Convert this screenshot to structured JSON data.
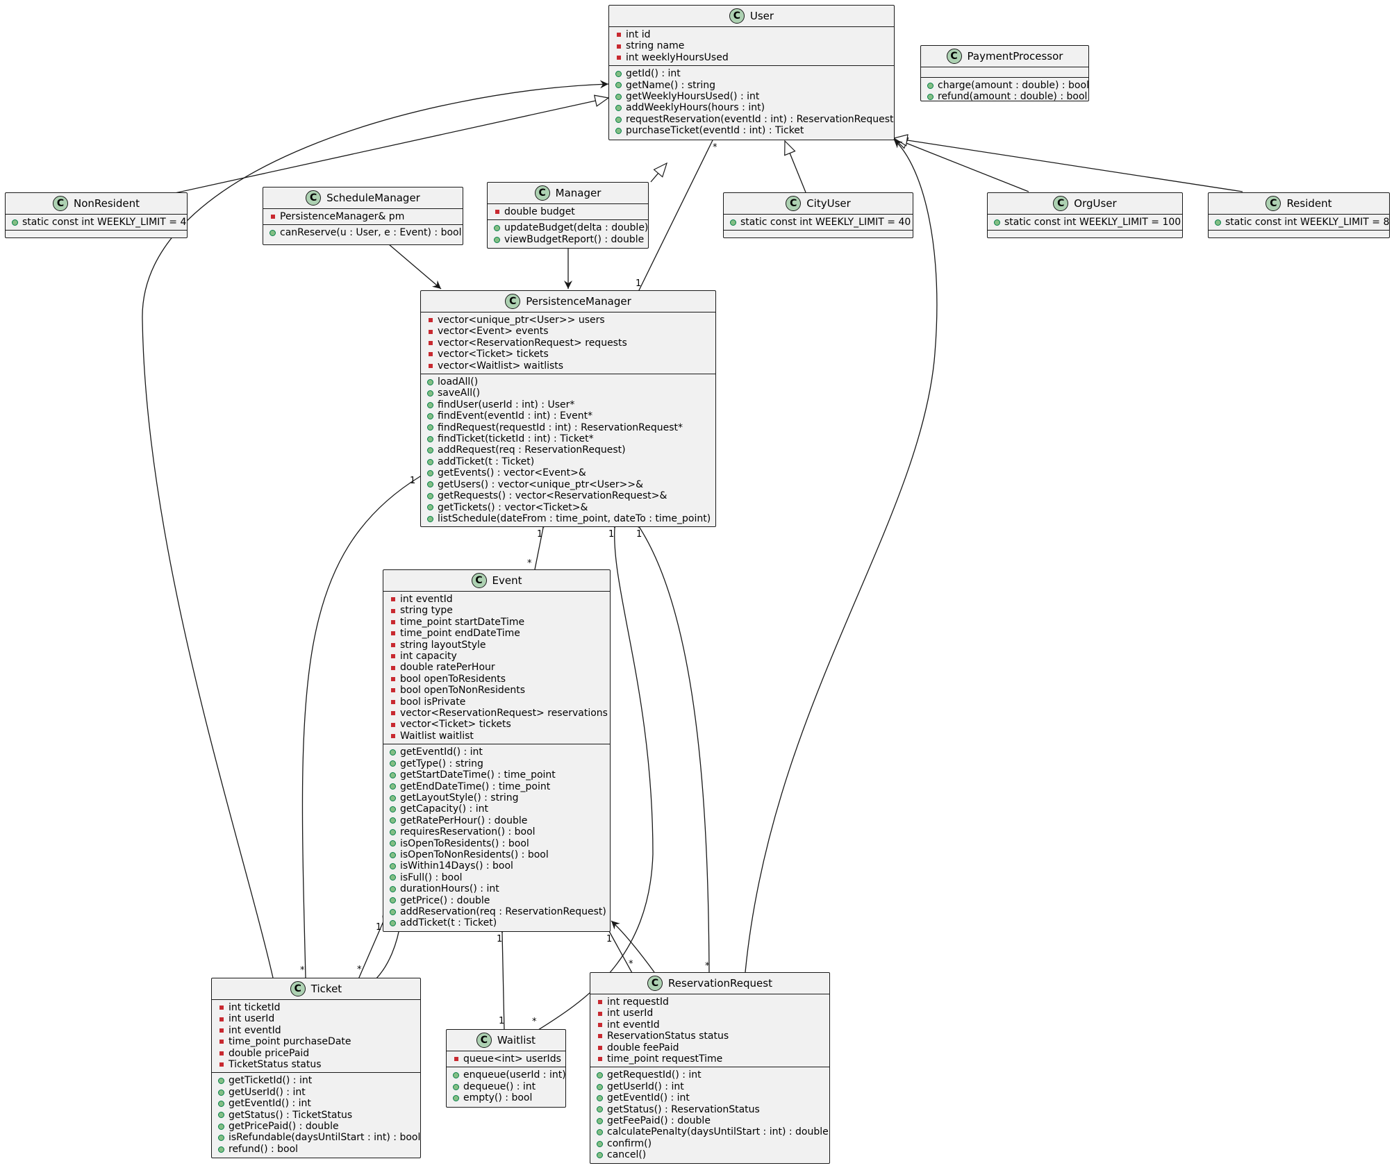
{
  "classes": {
    "User": {
      "name": "User",
      "attributes": [
        {
          "v": "-",
          "t": "int id"
        },
        {
          "v": "-",
          "t": "string name"
        },
        {
          "v": "-",
          "t": "int weeklyHoursUsed"
        }
      ],
      "methods": [
        {
          "v": "+",
          "t": "getId() : int"
        },
        {
          "v": "+",
          "t": "getName() : string"
        },
        {
          "v": "+",
          "t": "getWeeklyHoursUsed() : int"
        },
        {
          "v": "+",
          "t": "addWeeklyHours(hours : int)"
        },
        {
          "v": "+",
          "t": "requestReservation(eventId : int) : ReservationRequest"
        },
        {
          "v": "+",
          "t": "purchaseTicket(eventId : int) : Ticket"
        }
      ]
    },
    "PaymentProcessor": {
      "name": "PaymentProcessor",
      "attributes": [],
      "methods": [
        {
          "v": "+",
          "t": "charge(amount : double) : bool"
        },
        {
          "v": "+",
          "t": "refund(amount : double) : bool"
        }
      ]
    },
    "NonResident": {
      "name": "NonResident",
      "attributes": [
        {
          "v": "+",
          "t": "static const int WEEKLY_LIMIT = 4"
        }
      ],
      "methods": []
    },
    "ScheduleManager": {
      "name": "ScheduleManager",
      "attributes": [
        {
          "v": "-",
          "t": "PersistenceManager& pm"
        }
      ],
      "methods": [
        {
          "v": "+",
          "t": "canReserve(u : User, e : Event) : bool"
        }
      ]
    },
    "Manager": {
      "name": "Manager",
      "attributes": [
        {
          "v": "-",
          "t": "double budget"
        }
      ],
      "methods": [
        {
          "v": "+",
          "t": "updateBudget(delta : double)"
        },
        {
          "v": "+",
          "t": "viewBudgetReport() : double"
        }
      ]
    },
    "CityUser": {
      "name": "CityUser",
      "attributes": [
        {
          "v": "+",
          "t": "static const int WEEKLY_LIMIT = 40"
        }
      ],
      "methods": []
    },
    "OrgUser": {
      "name": "OrgUser",
      "attributes": [
        {
          "v": "+",
          "t": "static const int WEEKLY_LIMIT = 100"
        }
      ],
      "methods": []
    },
    "Resident": {
      "name": "Resident",
      "attributes": [
        {
          "v": "+",
          "t": "static const int WEEKLY_LIMIT = 8"
        }
      ],
      "methods": []
    },
    "PersistenceManager": {
      "name": "PersistenceManager",
      "attributes": [
        {
          "v": "-",
          "t": "vector<unique_ptr<User>> users"
        },
        {
          "v": "-",
          "t": "vector<Event> events"
        },
        {
          "v": "-",
          "t": "vector<ReservationRequest> requests"
        },
        {
          "v": "-",
          "t": "vector<Ticket> tickets"
        },
        {
          "v": "-",
          "t": "vector<Waitlist> waitlists"
        }
      ],
      "methods": [
        {
          "v": "+",
          "t": "loadAll()"
        },
        {
          "v": "+",
          "t": "saveAll()"
        },
        {
          "v": "+",
          "t": "findUser(userId : int) : User*"
        },
        {
          "v": "+",
          "t": "findEvent(eventId : int) : Event*"
        },
        {
          "v": "+",
          "t": "findRequest(requestId : int) : ReservationRequest*"
        },
        {
          "v": "+",
          "t": "findTicket(ticketId : int) : Ticket*"
        },
        {
          "v": "+",
          "t": "addRequest(req : ReservationRequest)"
        },
        {
          "v": "+",
          "t": "addTicket(t : Ticket)"
        },
        {
          "v": "+",
          "t": "getEvents() : vector<Event>&"
        },
        {
          "v": "+",
          "t": "getUsers() : vector<unique_ptr<User>>&"
        },
        {
          "v": "+",
          "t": "getRequests() : vector<ReservationRequest>&"
        },
        {
          "v": "+",
          "t": "getTickets() : vector<Ticket>&"
        },
        {
          "v": "+",
          "t": "listSchedule(dateFrom : time_point, dateTo : time_point)"
        }
      ]
    },
    "Event": {
      "name": "Event",
      "attributes": [
        {
          "v": "-",
          "t": "int eventId"
        },
        {
          "v": "-",
          "t": "string type"
        },
        {
          "v": "-",
          "t": "time_point startDateTime"
        },
        {
          "v": "-",
          "t": "time_point endDateTime"
        },
        {
          "v": "-",
          "t": "string layoutStyle"
        },
        {
          "v": "-",
          "t": "int capacity"
        },
        {
          "v": "-",
          "t": "double ratePerHour"
        },
        {
          "v": "-",
          "t": "bool openToResidents"
        },
        {
          "v": "-",
          "t": "bool openToNonResidents"
        },
        {
          "v": "-",
          "t": "bool isPrivate"
        },
        {
          "v": "-",
          "t": "vector<ReservationRequest> reservations"
        },
        {
          "v": "-",
          "t": "vector<Ticket> tickets"
        },
        {
          "v": "-",
          "t": "Waitlist waitlist"
        }
      ],
      "methods": [
        {
          "v": "+",
          "t": "getEventId() : int"
        },
        {
          "v": "+",
          "t": "getType() : string"
        },
        {
          "v": "+",
          "t": "getStartDateTime() : time_point"
        },
        {
          "v": "+",
          "t": "getEndDateTime() : time_point"
        },
        {
          "v": "+",
          "t": "getLayoutStyle() : string"
        },
        {
          "v": "+",
          "t": "getCapacity() : int"
        },
        {
          "v": "+",
          "t": "getRatePerHour() : double"
        },
        {
          "v": "+",
          "t": "requiresReservation() : bool"
        },
        {
          "v": "+",
          "t": "isOpenToResidents() : bool"
        },
        {
          "v": "+",
          "t": "isOpenToNonResidents() : bool"
        },
        {
          "v": "+",
          "t": "isWithin14Days() : bool"
        },
        {
          "v": "+",
          "t": "isFull() : bool"
        },
        {
          "v": "+",
          "t": "durationHours() : int"
        },
        {
          "v": "+",
          "t": "getPrice() : double"
        },
        {
          "v": "+",
          "t": "addReservation(req : ReservationRequest)"
        },
        {
          "v": "+",
          "t": "addTicket(t : Ticket)"
        }
      ]
    },
    "Ticket": {
      "name": "Ticket",
      "attributes": [
        {
          "v": "-",
          "t": "int ticketId"
        },
        {
          "v": "-",
          "t": "int userId"
        },
        {
          "v": "-",
          "t": "int eventId"
        },
        {
          "v": "-",
          "t": "time_point purchaseDate"
        },
        {
          "v": "-",
          "t": "double pricePaid"
        },
        {
          "v": "-",
          "t": "TicketStatus status"
        }
      ],
      "methods": [
        {
          "v": "+",
          "t": "getTicketId() : int"
        },
        {
          "v": "+",
          "t": "getUserId() : int"
        },
        {
          "v": "+",
          "t": "getEventId() : int"
        },
        {
          "v": "+",
          "t": "getStatus() : TicketStatus"
        },
        {
          "v": "+",
          "t": "getPricePaid() : double"
        },
        {
          "v": "+",
          "t": "isRefundable(daysUntilStart : int) : bool"
        },
        {
          "v": "+",
          "t": "refund() : bool"
        }
      ]
    },
    "Waitlist": {
      "name": "Waitlist",
      "attributes": [
        {
          "v": "-",
          "t": "queue<int> userIds"
        }
      ],
      "methods": [
        {
          "v": "+",
          "t": "enqueue(userId : int)"
        },
        {
          "v": "+",
          "t": "dequeue() : int"
        },
        {
          "v": "+",
          "t": "empty() : bool"
        }
      ]
    },
    "ReservationRequest": {
      "name": "ReservationRequest",
      "attributes": [
        {
          "v": "-",
          "t": "int requestId"
        },
        {
          "v": "-",
          "t": "int userId"
        },
        {
          "v": "-",
          "t": "int eventId"
        },
        {
          "v": "-",
          "t": "ReservationStatus status"
        },
        {
          "v": "-",
          "t": "double feePaid"
        },
        {
          "v": "-",
          "t": "time_point requestTime"
        }
      ],
      "methods": [
        {
          "v": "+",
          "t": "getRequestId() : int"
        },
        {
          "v": "+",
          "t": "getUserId() : int"
        },
        {
          "v": "+",
          "t": "getEventId() : int"
        },
        {
          "v": "+",
          "t": "getStatus() : ReservationStatus"
        },
        {
          "v": "+",
          "t": "getFeePaid() : double"
        },
        {
          "v": "+",
          "t": "calculatePenalty(daysUntilStart : int) : double"
        },
        {
          "v": "+",
          "t": "confirm()"
        },
        {
          "v": "+",
          "t": "cancel()"
        }
      ]
    }
  },
  "multiplicities": {
    "user_pm_star": "*",
    "user_pm_one": "1",
    "pm_ticket_one": "1",
    "pm_ticket_star": "*",
    "pm_event_one": "1",
    "pm_event_star": "*",
    "pm_waitlist_one": "1",
    "pm_waitlist_star": "*",
    "pm_request_one": "1",
    "pm_request_star": "*",
    "event_ticket_one": "1",
    "event_ticket_star": "*",
    "event_waitlist_one": "1",
    "event_waitlist_one_b": "1",
    "event_request_one": "1",
    "event_request_star": "*"
  },
  "colors": {
    "class_fill": "#f1f1f1",
    "class_border": "#181818",
    "class_badge": "#add1b2",
    "private_marker": "#c82930",
    "public_marker": "#84be84"
  }
}
